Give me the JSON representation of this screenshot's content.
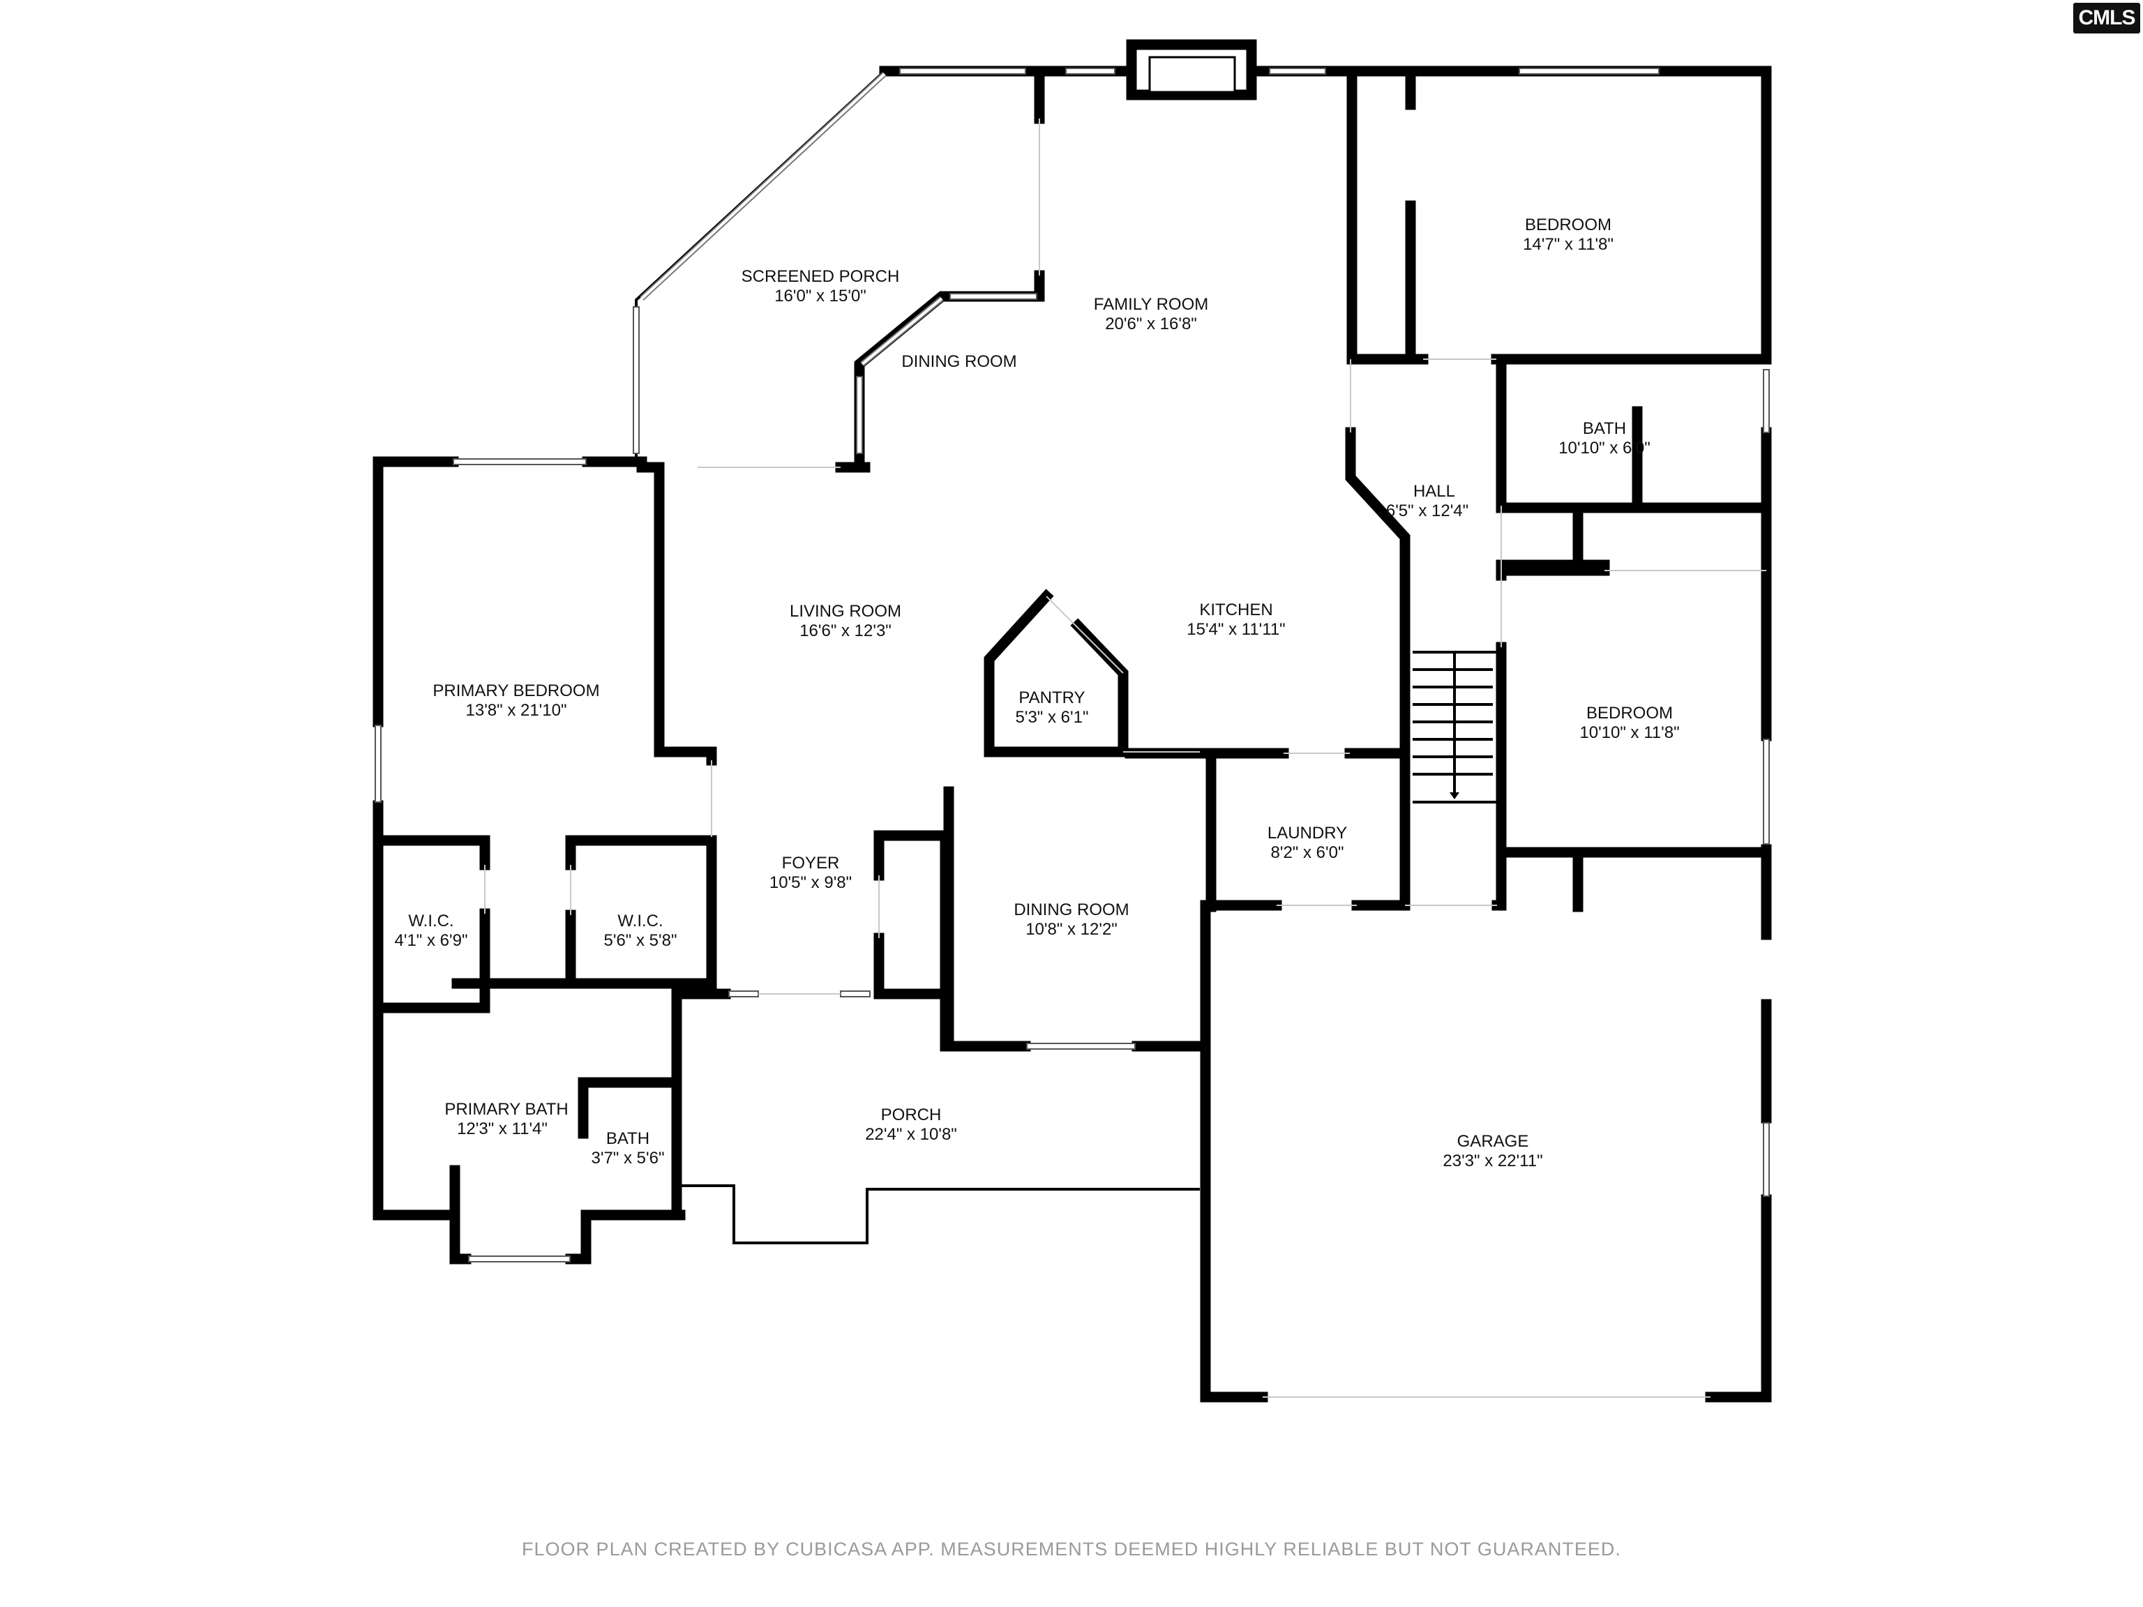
{
  "logo": {
    "text": "CMLS"
  },
  "footer": {
    "text": "FLOOR PLAN CREATED BY CUBICASA APP. MEASUREMENTS DEEMED HIGHLY RELIABLE BUT NOT GUARANTEED."
  },
  "rooms": {
    "screened_porch": {
      "name": "SCREENED PORCH",
      "dim": "16'0\" x 15'0\""
    },
    "family_room": {
      "name": "FAMILY ROOM",
      "dim": "20'6\" x 16'8\""
    },
    "dining_room_upper": {
      "name": "DINING ROOM"
    },
    "bedroom_ne": {
      "name": "BEDROOM",
      "dim": "14'7\" x 11'8\""
    },
    "bath_e": {
      "name": "BATH",
      "dim": "10'10\" x 6'0\""
    },
    "hall": {
      "name": "HALL",
      "dim": "6'5\" x 12'4\""
    },
    "living_room": {
      "name": "LIVING ROOM",
      "dim": "16'6\" x 12'3\""
    },
    "kitchen": {
      "name": "KITCHEN",
      "dim": "15'4\" x 11'11\""
    },
    "pantry": {
      "name": "PANTRY",
      "dim": "5'3\" x 6'1\""
    },
    "primary_bedroom": {
      "name": "PRIMARY BEDROOM",
      "dim": "13'8\" x 21'10\""
    },
    "bedroom_e": {
      "name": "BEDROOM",
      "dim": "10'10\" x 11'8\""
    },
    "laundry": {
      "name": "LAUNDRY",
      "dim": "8'2\" x 6'0\""
    },
    "foyer": {
      "name": "FOYER",
      "dim": "10'5\" x 9'8\""
    },
    "wic_1": {
      "name": "W.I.C.",
      "dim": "4'1\" x 6'9\""
    },
    "wic_2": {
      "name": "W.I.C.",
      "dim": "5'6\" x 5'8\""
    },
    "dining_room": {
      "name": "DINING ROOM",
      "dim": "10'8\" x 12'2\""
    },
    "primary_bath": {
      "name": "PRIMARY BATH",
      "dim": "12'3\" x 11'4\""
    },
    "bath_small": {
      "name": "BATH",
      "dim": "3'7\" x 5'6\""
    },
    "porch": {
      "name": "PORCH",
      "dim": "22'4\" x 10'8\""
    },
    "garage": {
      "name": "GARAGE",
      "dim": "23'3\" x 22'11\""
    }
  }
}
